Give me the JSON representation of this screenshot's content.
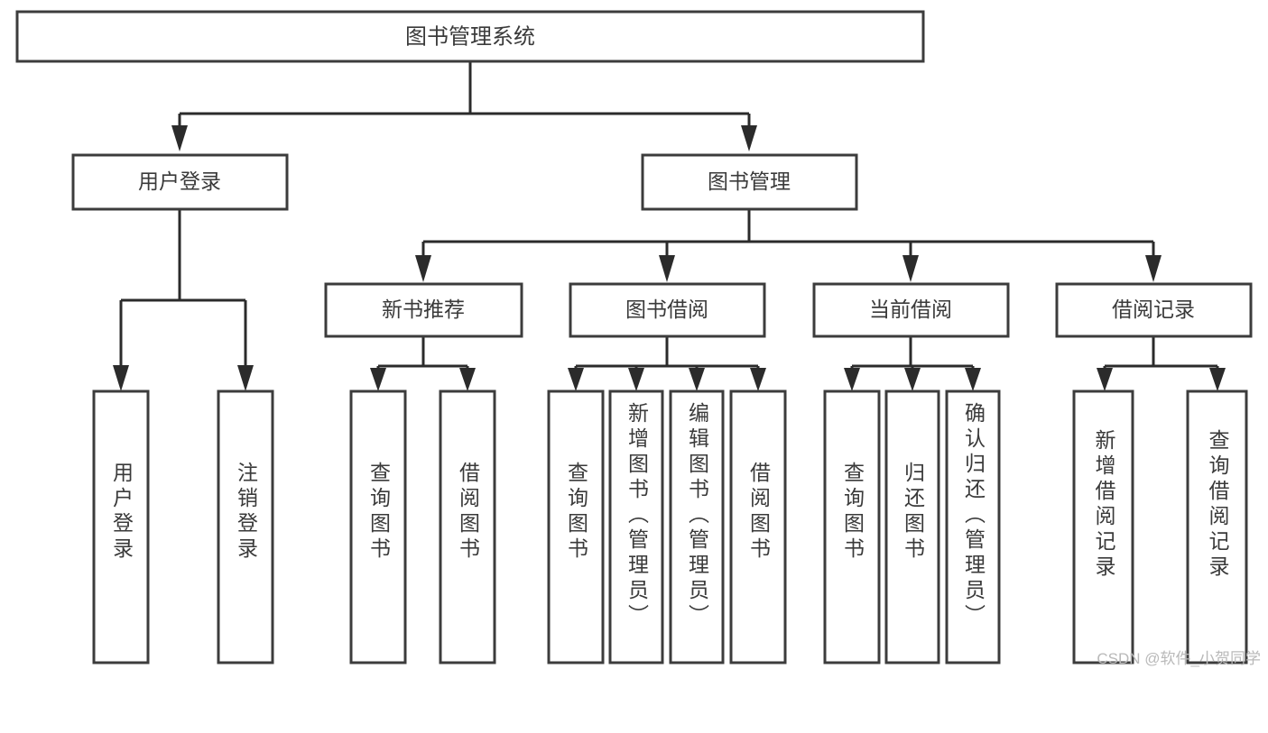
{
  "diagram": {
    "type": "tree",
    "title": "图书管理系统",
    "root": {
      "id": "root",
      "label": "图书管理系统"
    },
    "level2": [
      {
        "id": "user-login",
        "label": "用户登录"
      },
      {
        "id": "book-manage",
        "label": "图书管理"
      }
    ],
    "level3": [
      {
        "id": "new-book-recommend",
        "label": "新书推荐",
        "parent": "book-manage"
      },
      {
        "id": "book-borrow",
        "label": "图书借阅",
        "parent": "book-manage"
      },
      {
        "id": "current-borrow",
        "label": "当前借阅",
        "parent": "book-manage"
      },
      {
        "id": "borrow-record",
        "label": "借阅记录",
        "parent": "book-manage"
      }
    ],
    "leaves": [
      {
        "id": "leaf-user-login",
        "label": "用户登录",
        "parent": "user-login"
      },
      {
        "id": "leaf-user-logout",
        "label": "注销登录",
        "parent": "user-login"
      },
      {
        "id": "leaf-query-book-1",
        "label": "查询图书",
        "parent": "new-book-recommend"
      },
      {
        "id": "leaf-borrow-book-1",
        "label": "借阅图书",
        "parent": "new-book-recommend"
      },
      {
        "id": "leaf-query-book-2",
        "label": "查询图书",
        "parent": "book-borrow"
      },
      {
        "id": "leaf-add-book",
        "label": "新增图书（管理员）",
        "parent": "book-borrow"
      },
      {
        "id": "leaf-edit-book",
        "label": "编辑图书（管理员）",
        "parent": "book-borrow"
      },
      {
        "id": "leaf-borrow-book-2",
        "label": "借阅图书",
        "parent": "book-borrow"
      },
      {
        "id": "leaf-query-book-3",
        "label": "查询图书",
        "parent": "current-borrow"
      },
      {
        "id": "leaf-return-book",
        "label": "归还图书",
        "parent": "current-borrow"
      },
      {
        "id": "leaf-confirm-return",
        "label": "确认归还（管理员）",
        "parent": "current-borrow"
      },
      {
        "id": "leaf-add-record",
        "label": "新增借阅记录",
        "parent": "borrow-record"
      },
      {
        "id": "leaf-query-record",
        "label": "查询借阅记录",
        "parent": "borrow-record"
      }
    ]
  },
  "watermark": {
    "text": "CSDN @软件_小贺同学"
  },
  "colors": {
    "box_stroke": "#3c3c3c",
    "connector": "#2b2b2b",
    "text": "#3a3a3a",
    "background": "#ffffff",
    "watermark": "#b9b9b9"
  }
}
